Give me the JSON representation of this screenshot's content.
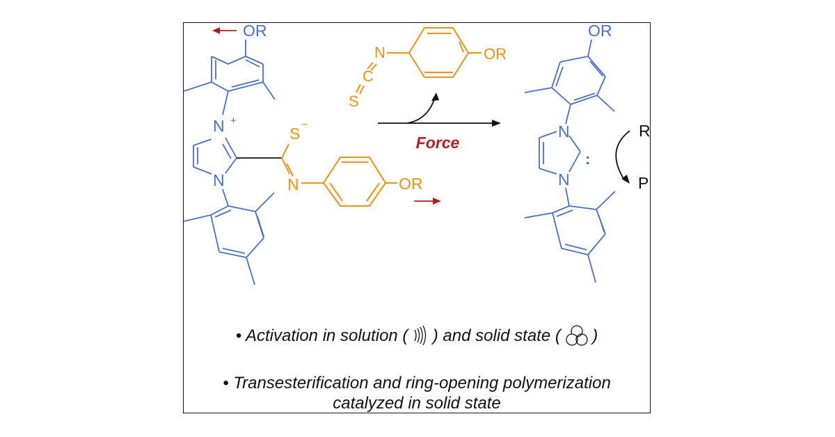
{
  "colors": {
    "ligand": "#4a6fc4",
    "isothiocyanate": "#f2910f",
    "force": "#b51d23",
    "text": "#111111"
  },
  "reactant": {
    "top_substituent": "OR",
    "n_plus": "N",
    "plus_sign": "+",
    "n_lower": "N",
    "s_minus": "S",
    "minus_sign": "−",
    "imine_n": "N",
    "aryl_substituent": "OR"
  },
  "released": {
    "n": "N",
    "c": "C",
    "s": "S",
    "substituent": "OR"
  },
  "arrow": {
    "label": "Force"
  },
  "product": {
    "top_substituent": "OR",
    "n_upper": "N",
    "n_lower": "N",
    "carbene_dots": ":",
    "reactant_label": "R",
    "product_label": "P"
  },
  "bullets": [
    {
      "bullet": "•",
      "text_a": "Activation in solution (",
      "icon": "ultrasound-icon",
      "text_b": ") and solid state (",
      "icon2": "ball-mill-icon",
      "text_c": ")"
    },
    {
      "bullet": "•",
      "line1": "Transesterification and ring-opening polymerization",
      "line2": "catalyzed in solid state"
    }
  ]
}
